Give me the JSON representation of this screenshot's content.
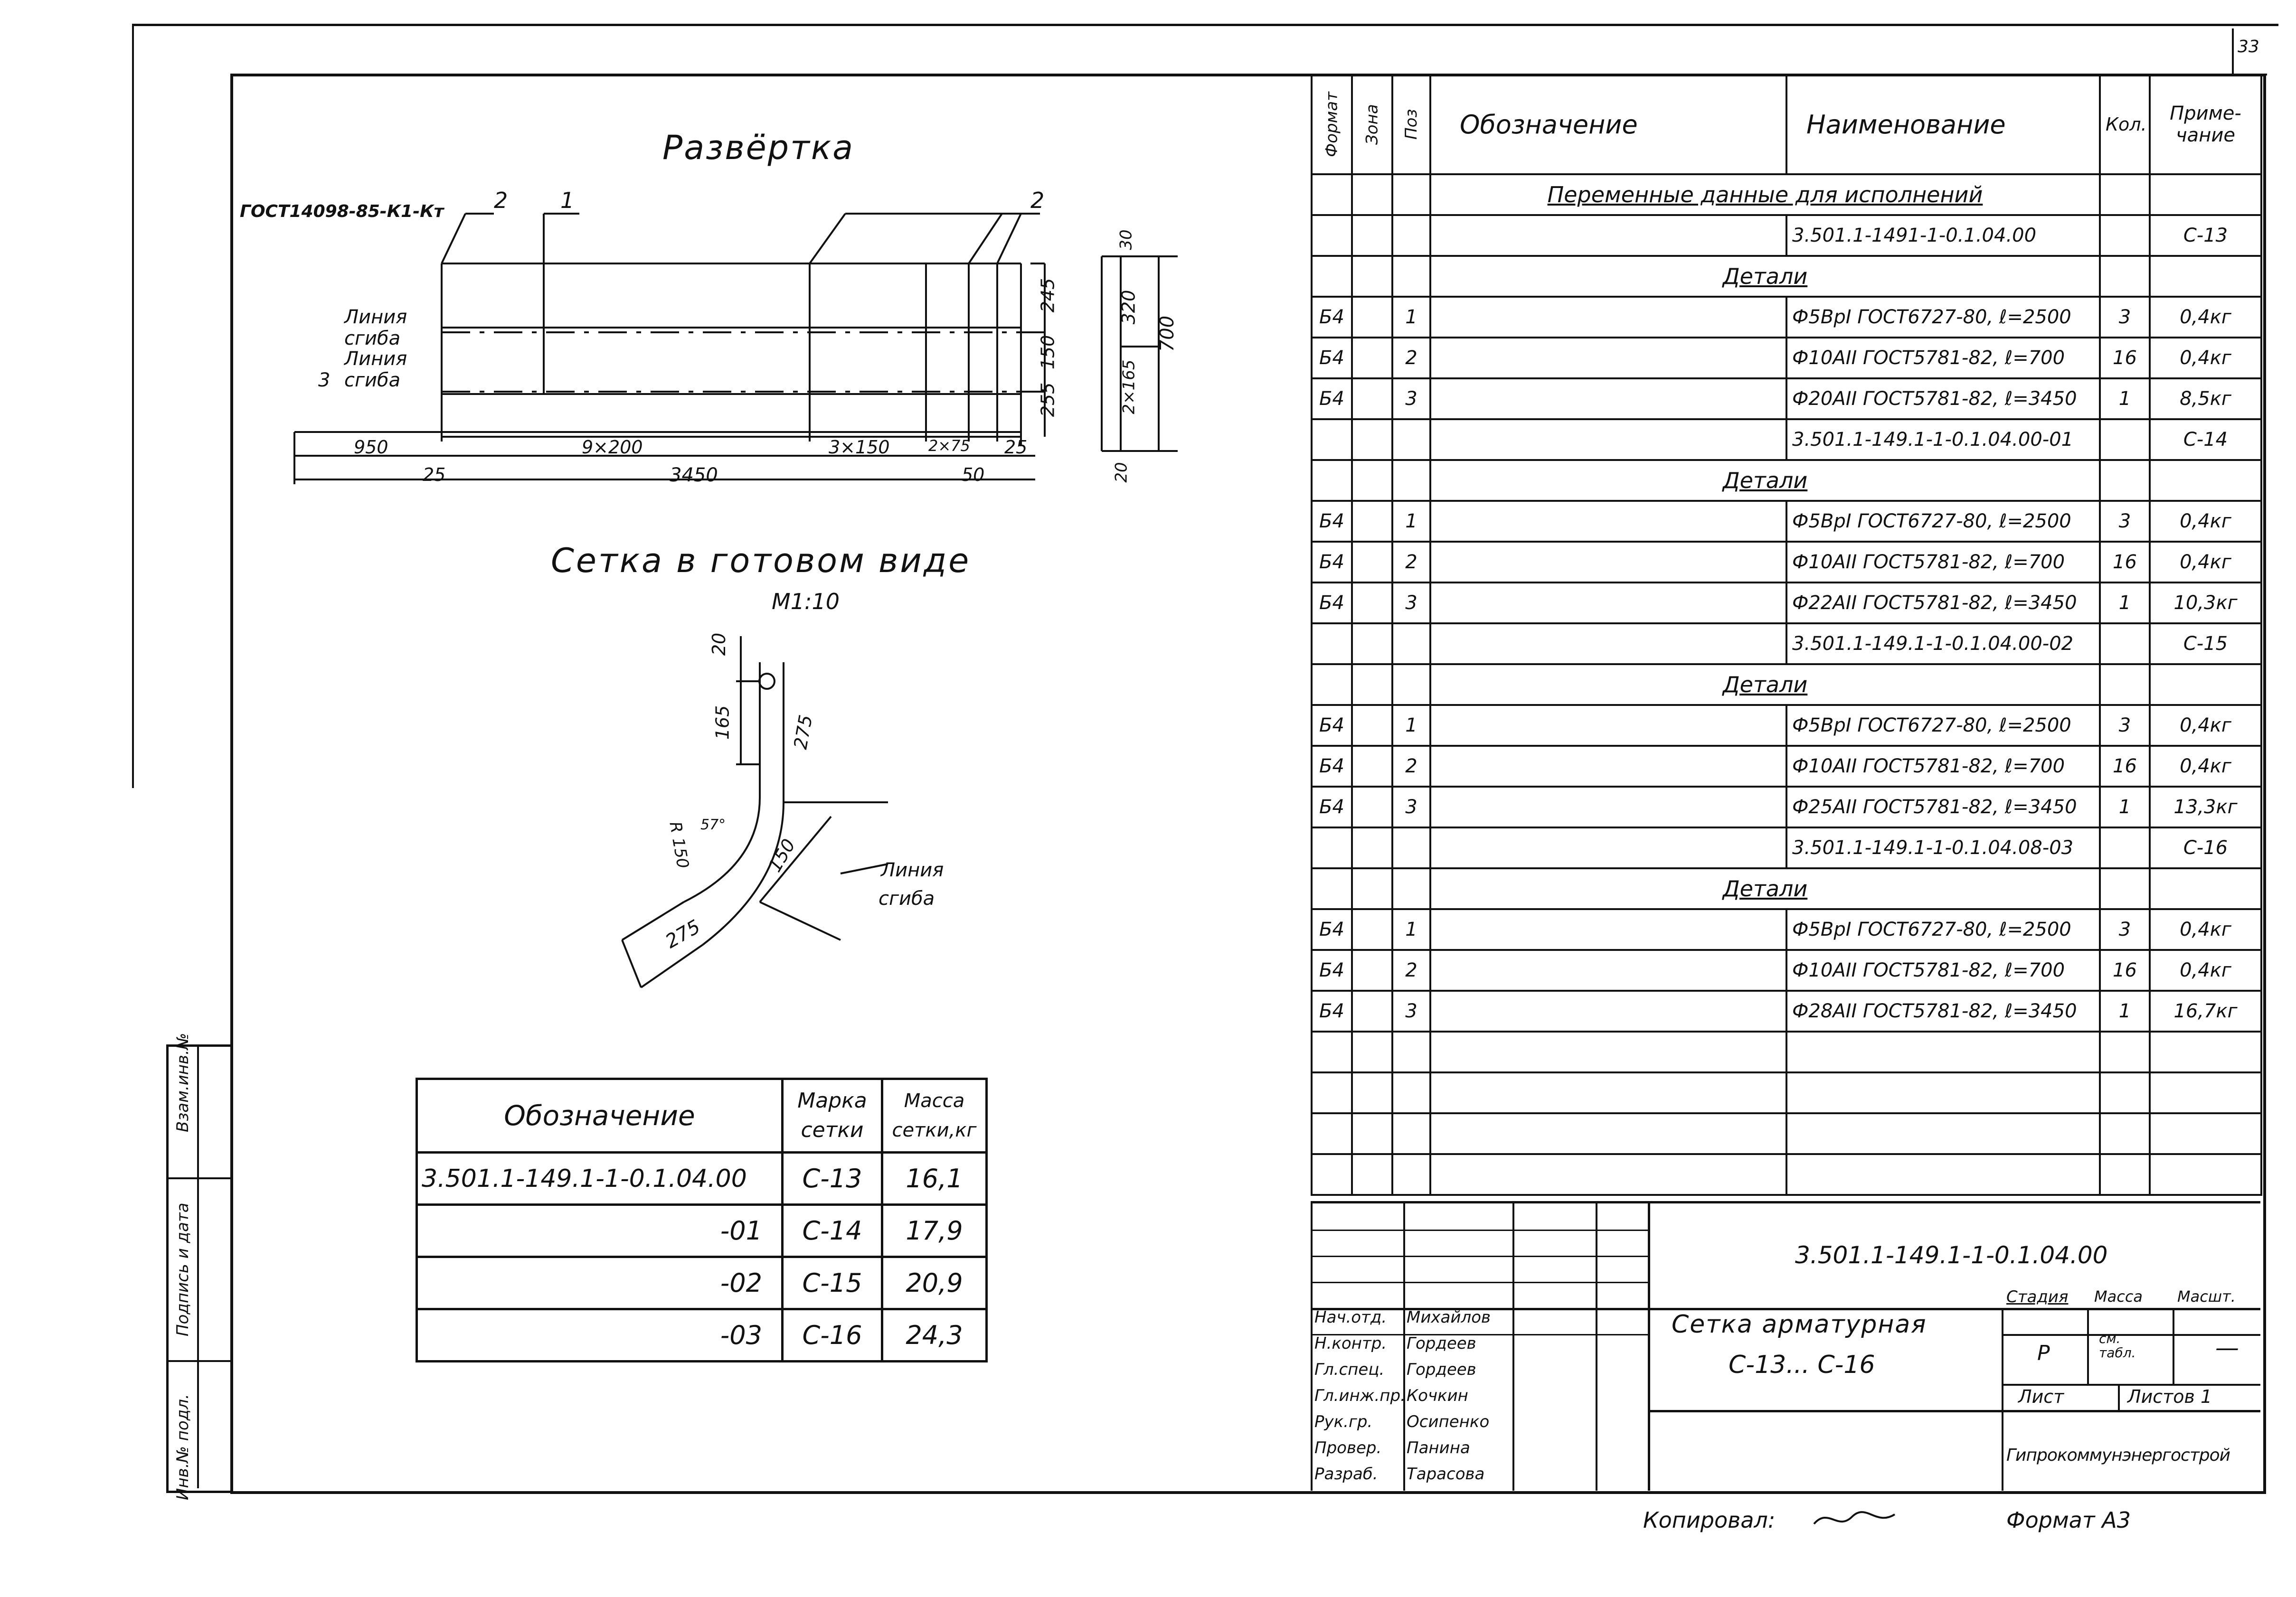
{
  "page_number": "33",
  "development_view": {
    "title": "Развёртка",
    "gost_ref": "ГОСТ14098-85-К1-Кт",
    "callouts": [
      "2",
      "1",
      "2"
    ],
    "bend_line_1": [
      "Линия",
      "сгиба"
    ],
    "bend_line_2": [
      "Линия",
      "сгиба"
    ],
    "callout_3": "3",
    "dims_bottom": [
      "950",
      "9×200",
      "3×150",
      "2×75",
      "25"
    ],
    "dim_25_left": "25",
    "dim_total": "3450",
    "dim_50": "50",
    "dims_right": [
      "245",
      "150",
      "255"
    ],
    "dims_side": [
      "30",
      "320",
      "2×165",
      "20",
      "700"
    ]
  },
  "finished_view": {
    "title": "Сетка в готовом виде",
    "scale": "М1:10",
    "dims": [
      "20",
      "165",
      "275",
      "R 150",
      "57°",
      "150",
      "275"
    ],
    "bend_line": [
      "Линия",
      "сгиба"
    ]
  },
  "mass_table": {
    "headers": [
      "Обозначение",
      "Марка сетки",
      "Масса сетки,кг"
    ],
    "rows": [
      [
        "3.501.1-149.1-1-0.1.04.00",
        "С-13",
        "16,1"
      ],
      [
        "-01",
        "С-14",
        "17,9"
      ],
      [
        "-02",
        "С-15",
        "20,9"
      ],
      [
        "-03",
        "С-16",
        "24,3"
      ]
    ]
  },
  "spec_table": {
    "headers": [
      "Формат",
      "Зона",
      "Поз",
      "Обозначение",
      "Наименование",
      "Кол.",
      "Приме-чание"
    ],
    "rows": [
      {
        "type": "section",
        "text": "Переменные данные для исполнений"
      },
      {
        "type": "row",
        "f": "",
        "z": "",
        "p": "",
        "o": "",
        "n": "3.501.1-1491-1-0.1.04.00",
        "k": "",
        "pr": "С-13"
      },
      {
        "type": "header",
        "text": "Детали"
      },
      {
        "type": "row",
        "f": "Б4",
        "z": "",
        "p": "1",
        "o": "",
        "n": "Ф5ВрI ГОСТ6727-80, ℓ=2500",
        "k": "3",
        "pr": "0,4кг"
      },
      {
        "type": "row",
        "f": "Б4",
        "z": "",
        "p": "2",
        "o": "",
        "n": "Ф10АII ГОСТ5781-82, ℓ=700",
        "k": "16",
        "pr": "0,4кг"
      },
      {
        "type": "row",
        "f": "Б4",
        "z": "",
        "p": "3",
        "o": "",
        "n": "Ф20АII ГОСТ5781-82, ℓ=3450",
        "k": "1",
        "pr": "8,5кг"
      },
      {
        "type": "row",
        "f": "",
        "z": "",
        "p": "",
        "o": "",
        "n": "3.501.1-149.1-1-0.1.04.00-01",
        "k": "",
        "pr": "С-14"
      },
      {
        "type": "header",
        "text": "Детали"
      },
      {
        "type": "row",
        "f": "Б4",
        "z": "",
        "p": "1",
        "o": "",
        "n": "Ф5ВрI ГОСТ6727-80, ℓ=2500",
        "k": "3",
        "pr": "0,4кг"
      },
      {
        "type": "row",
        "f": "Б4",
        "z": "",
        "p": "2",
        "o": "",
        "n": "Ф10АII ГОСТ5781-82, ℓ=700",
        "k": "16",
        "pr": "0,4кг"
      },
      {
        "type": "row",
        "f": "Б4",
        "z": "",
        "p": "3",
        "o": "",
        "n": "Ф22АII ГОСТ5781-82, ℓ=3450",
        "k": "1",
        "pr": "10,3кг"
      },
      {
        "type": "row",
        "f": "",
        "z": "",
        "p": "",
        "o": "",
        "n": "3.501.1-149.1-1-0.1.04.00-02",
        "k": "",
        "pr": "С-15"
      },
      {
        "type": "header",
        "text": "Детали"
      },
      {
        "type": "row",
        "f": "Б4",
        "z": "",
        "p": "1",
        "o": "",
        "n": "Ф5ВрI ГОСТ6727-80, ℓ=2500",
        "k": "3",
        "pr": "0,4кг"
      },
      {
        "type": "row",
        "f": "Б4",
        "z": "",
        "p": "2",
        "o": "",
        "n": "Ф10АII ГОСТ5781-82, ℓ=700",
        "k": "16",
        "pr": "0,4кг"
      },
      {
        "type": "row",
        "f": "Б4",
        "z": "",
        "p": "3",
        "o": "",
        "n": "Ф25АII ГОСТ5781-82, ℓ=3450",
        "k": "1",
        "pr": "13,3кг"
      },
      {
        "type": "row",
        "f": "",
        "z": "",
        "p": "",
        "o": "",
        "n": "3.501.1-149.1-1-0.1.04.08-03",
        "k": "",
        "pr": "С-16"
      },
      {
        "type": "header",
        "text": "Детали"
      },
      {
        "type": "row",
        "f": "Б4",
        "z": "",
        "p": "1",
        "o": "",
        "n": "Ф5ВрI ГОСТ6727-80, ℓ=2500",
        "k": "3",
        "pr": "0,4кг"
      },
      {
        "type": "row",
        "f": "Б4",
        "z": "",
        "p": "2",
        "o": "",
        "n": "Ф10АII ГОСТ5781-82, ℓ=700",
        "k": "16",
        "pr": "0,4кг"
      },
      {
        "type": "row",
        "f": "Б4",
        "z": "",
        "p": "3",
        "o": "",
        "n": "Ф28АII ГОСТ5781-82, ℓ=3450",
        "k": "1",
        "pr": "16,7кг"
      },
      {
        "type": "row",
        "f": "",
        "z": "",
        "p": "",
        "o": "",
        "n": "",
        "k": "",
        "pr": ""
      },
      {
        "type": "row",
        "f": "",
        "z": "",
        "p": "",
        "o": "",
        "n": "",
        "k": "",
        "pr": ""
      },
      {
        "type": "row",
        "f": "",
        "z": "",
        "p": "",
        "o": "",
        "n": "",
        "k": "",
        "pr": ""
      },
      {
        "type": "row",
        "f": "",
        "z": "",
        "p": "",
        "o": "",
        "n": "",
        "k": "",
        "pr": ""
      }
    ]
  },
  "title_block": {
    "doc_code": "3.501.1-149.1-1-0.1.04.00",
    "name_line1": "Сетка арматурная",
    "name_line2": "С-13... С-16",
    "stage_label": "Стадия",
    "mass_label": "Масса",
    "scale_label": "Масшт.",
    "stage_value": "Р",
    "mass_value": "см. табл.",
    "scale_value": "—",
    "sheet_label": "Лист",
    "sheets_label": "Листов 1",
    "organization": "Гипрокоммунэнергострой",
    "signatures": [
      {
        "role": "Нач.отд.",
        "name": "Михайлов"
      },
      {
        "role": "Н.контр.",
        "name": "Гордеев"
      },
      {
        "role": "Гл.спец.",
        "name": "Гордеев"
      },
      {
        "role": "Гл.инж.пр.",
        "name": "Кочкин"
      },
      {
        "role": "Рук.гр.",
        "name": "Осипенко"
      },
      {
        "role": "Провер.",
        "name": "Панина"
      },
      {
        "role": "Разраб.",
        "name": "Тарасова"
      }
    ]
  },
  "side_stamp": [
    "Инв.№ подл.",
    "Подпись и дата",
    "Взам.инв.№"
  ],
  "footer": {
    "copied": "Копировал:",
    "format": "Формат А3"
  }
}
